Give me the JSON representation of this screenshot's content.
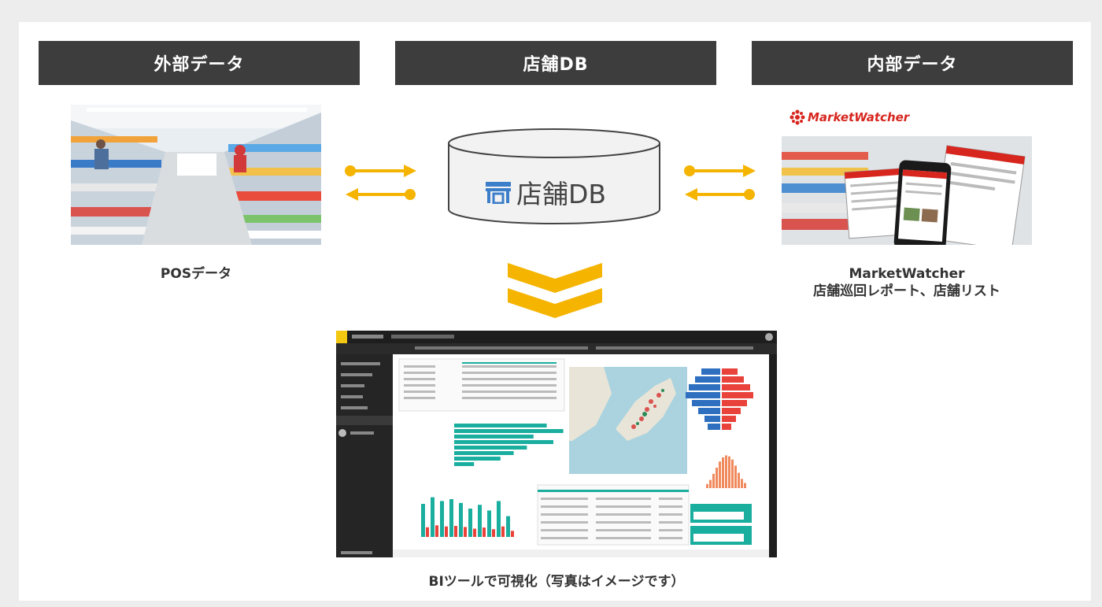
{
  "headers": {
    "external": "外部データ",
    "store_db": "店舗DB",
    "internal": "内部データ"
  },
  "db_label": "店舗DB",
  "captions": {
    "pos": "POSデータ",
    "mw_line1": "MarketWatcher",
    "mw_line2": "店舗巡回レポート、店舗リスト",
    "bi": "BIツールで可視化（写真はイメージです）"
  },
  "mw_logo": "MarketWatcher",
  "colors": {
    "header_bg": "#3d3d3d",
    "accent": "#f5b400",
    "db_icon": "#3c7ec9",
    "teal": "#1aae9f",
    "red": "#e8423a",
    "mw_red": "#d7261e"
  },
  "bi_chart": {
    "bar_values": [
      28,
      33,
      24,
      30,
      22,
      18,
      14,
      6
    ],
    "column_values": [
      35,
      42,
      38,
      40,
      36,
      30,
      34,
      28,
      38,
      22
    ],
    "funnel_left": [
      12,
      16,
      20,
      22,
      18,
      14,
      10,
      8
    ],
    "funnel_right": [
      10,
      14,
      18,
      20,
      16,
      12,
      9,
      6
    ],
    "hist_values": [
      4,
      8,
      14,
      20,
      26,
      30,
      32,
      31,
      28,
      22,
      15,
      9,
      5
    ]
  }
}
